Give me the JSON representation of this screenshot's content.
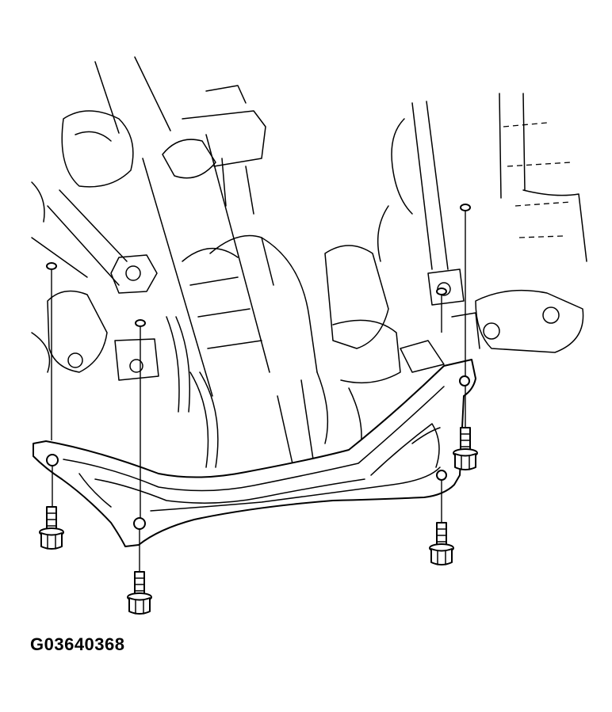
{
  "diagram": {
    "figure_code": "G03640368",
    "components": {
      "brace": "reinforcement-brace",
      "bolts": [
        "bolt-front-left",
        "bolt-rear-left",
        "bolt-front-right",
        "bolt-rear-right"
      ]
    }
  }
}
